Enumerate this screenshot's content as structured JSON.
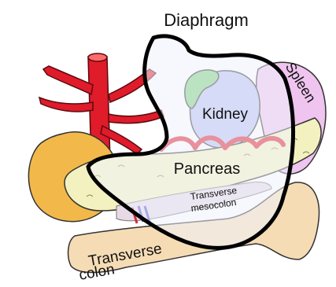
{
  "labels": {
    "diaphragm": "Diaphragm",
    "kidney": "Kidney",
    "spleen": "Spleen",
    "pancreas": "Pancreas",
    "mesocolon_line1": "Transverse",
    "mesocolon_line2": "mesocolon",
    "colon_line1": "Transverse",
    "colon_line2": "colon"
  },
  "colors": {
    "artery": "#e01b2a",
    "artery_dark": "#8a0d16",
    "pancreas": "#f3f1bf",
    "duodenum": "#f2b94a",
    "kidney": "#b9bff2",
    "adrenal": "#7fd07a",
    "spleen": "#efc4ef",
    "colon": "#f5dcb5",
    "diaphragm_fill": "#eef3fb",
    "outline": "#000000"
  }
}
